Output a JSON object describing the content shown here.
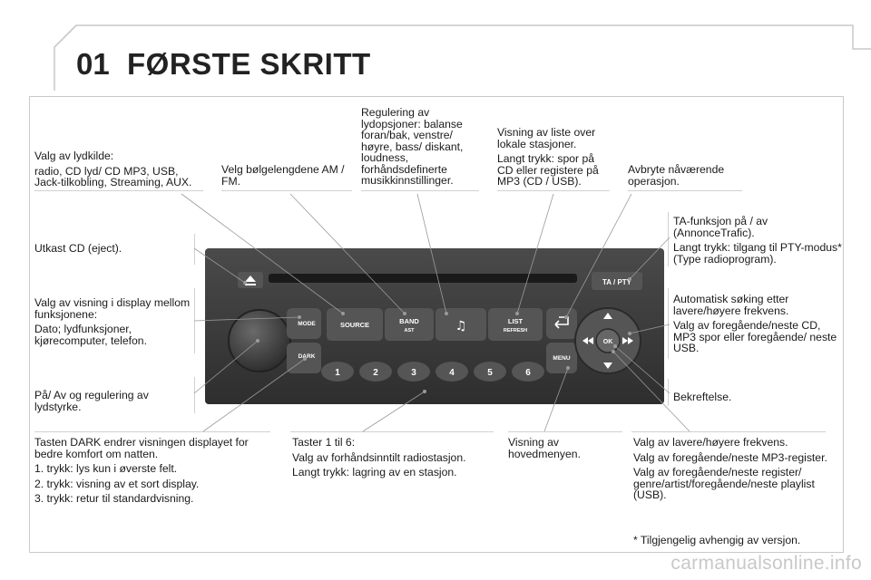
{
  "chapter": {
    "number": "01",
    "title": "FØRSTE SKRITT"
  },
  "notes": {
    "source": [
      "Valg av lydkilde:",
      "radio, CD lyd/ CD MP3, USB, Jack-tilkobling, Streaming, AUX."
    ],
    "band": [
      "Velg bølgelengdene AM / FM."
    ],
    "audio": [
      "Regulering av lydopsjoner: balanse foran/bak, venstre/ høyre, bass/ diskant, loudness, forhåndsdefinerte musikkinnstillinger."
    ],
    "list": [
      "Visning av liste over lokale stasjoner.",
      "Langt trykk: spor på CD eller registere på MP3 (CD / USB)."
    ],
    "abort": [
      "Avbryte nåværende operasjon."
    ],
    "ta": [
      "TA-funksjon på / av (AnnonceTrafic).",
      "Langt trykk: tilgang til PTY-modus* (Type radioprogram)."
    ],
    "eject": [
      "Utkast CD (eject)."
    ],
    "mode": [
      "Valg av visning i display mellom funksjonene:",
      "Dato; lydfunksjoner, kjørecomputer, telefon."
    ],
    "autoseek": [
      "Automatisk søking etter lavere/høyere frekvens.",
      "Valg av foregående/neste CD, MP3 spor eller foregående/ neste USB."
    ],
    "power": [
      "På/ Av og regulering av lydstyrke."
    ],
    "ok": [
      "Bekreftelse."
    ],
    "dark": [
      "Tasten DARK endrer visningen displayet for bedre komfort om natten.",
      "1. trykk: lys kun i øverste felt.",
      "2. trykk: visning av et sort display.",
      "3. trykk: retur til standardvisning."
    ],
    "presets": [
      "Taster 1 til 6:",
      "Valg av forhåndsinntilt radiostasjon.",
      "Langt trykk: lagring av en stasjon."
    ],
    "menu": [
      "Visning av hovedmenyen."
    ],
    "freq": [
      "Valg av lavere/høyere frekvens.",
      "Valg av foregående/neste MP3-register.",
      "Valg av foregående/neste register/ genre/artist/foregående/neste playlist (USB)."
    ],
    "footnote": [
      "* Tilgjengelig avhengig av versjon."
    ]
  },
  "radio": {
    "buttons": {
      "ta_pty": "TA / PTY",
      "source": "SOURCE",
      "band": "BAND",
      "band_sub": "AST",
      "list": "LIST",
      "list_sub": "REFRESH",
      "mode": "MODE",
      "dark": "DARK",
      "menu": "MENU",
      "ok": "OK",
      "presets": [
        "1",
        "2",
        "3",
        "4",
        "5",
        "6"
      ]
    },
    "colors": {
      "panel": "#3c3c3c",
      "button": "#5a5a5a",
      "text": "#ffffff"
    }
  },
  "watermark": "carmanualsonline.info"
}
